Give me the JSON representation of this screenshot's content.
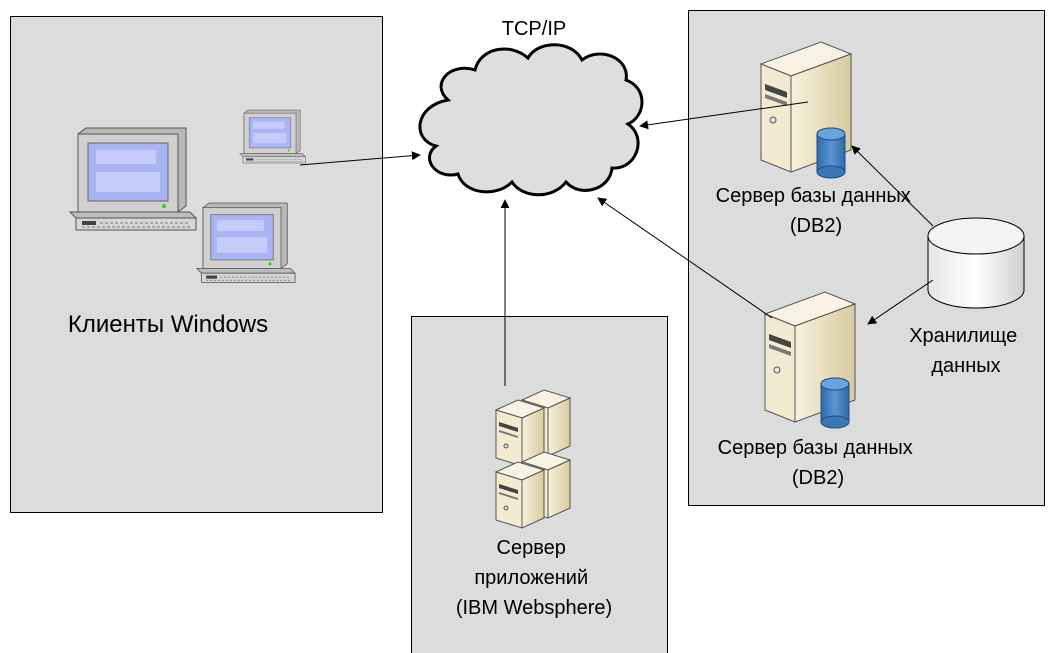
{
  "network": {
    "label": "TCP/IP"
  },
  "clients_panel": {
    "label": "Клиенты Windows"
  },
  "app_panel": {
    "label_lines": [
      "Сервер",
      "приложений",
      "(IBM Websphere)"
    ]
  },
  "db_panel": {
    "server1_lines": [
      "Сервер базы данных",
      "(DB2)"
    ],
    "server2_lines": [
      "Сервер базы данных",
      "(DB2)"
    ],
    "storage_lines": [
      "Хранилище",
      "данных"
    ]
  },
  "colors": {
    "panel_fill": "#dcdcdc",
    "panel_stroke": "#000000",
    "cloud_fill": "#dedede",
    "screen_blue": "#a9b4f5",
    "monitor_gray": "#c9c9c9",
    "server_beige": "#efe6c8",
    "db_blue": "#4a86c4"
  }
}
